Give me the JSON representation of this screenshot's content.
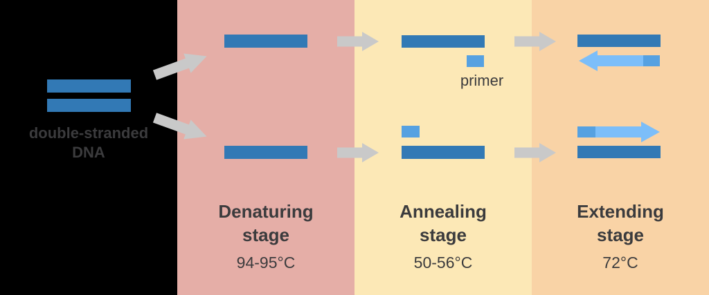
{
  "source": {
    "label_line1": "double-stranded",
    "label_line2": "DNA"
  },
  "stages": [
    {
      "name": "Denaturing stage",
      "title_line1": "Denaturing",
      "title_line2": "stage",
      "temperature": "94-95°C"
    },
    {
      "name": "Annealing stage",
      "title_line1": "Annealing",
      "title_line2": "stage",
      "temperature": "50-56°C",
      "primer_label": "primer"
    },
    {
      "name": "Extending stage",
      "title_line1": "Extending",
      "title_line2": "stage",
      "temperature": "72°C"
    }
  ],
  "icons": {
    "split_arrow_up": "↗",
    "split_arrow_down": "↘",
    "flow_arrow_right": "→",
    "extension_arrow_left": "←",
    "extension_arrow_right": "→"
  },
  "colors": {
    "background": "#000000",
    "denaturing_bg": "#e5aea7",
    "annealing_bg": "#fce8b6",
    "extending_bg": "#f9d3a6",
    "dna_blue": "#3279b5",
    "primer_blue": "#56a1e1",
    "extension_blue": "#7cbef9",
    "arrow_gray": "#c9c9c9",
    "text_dark": "#3b3b3d"
  }
}
